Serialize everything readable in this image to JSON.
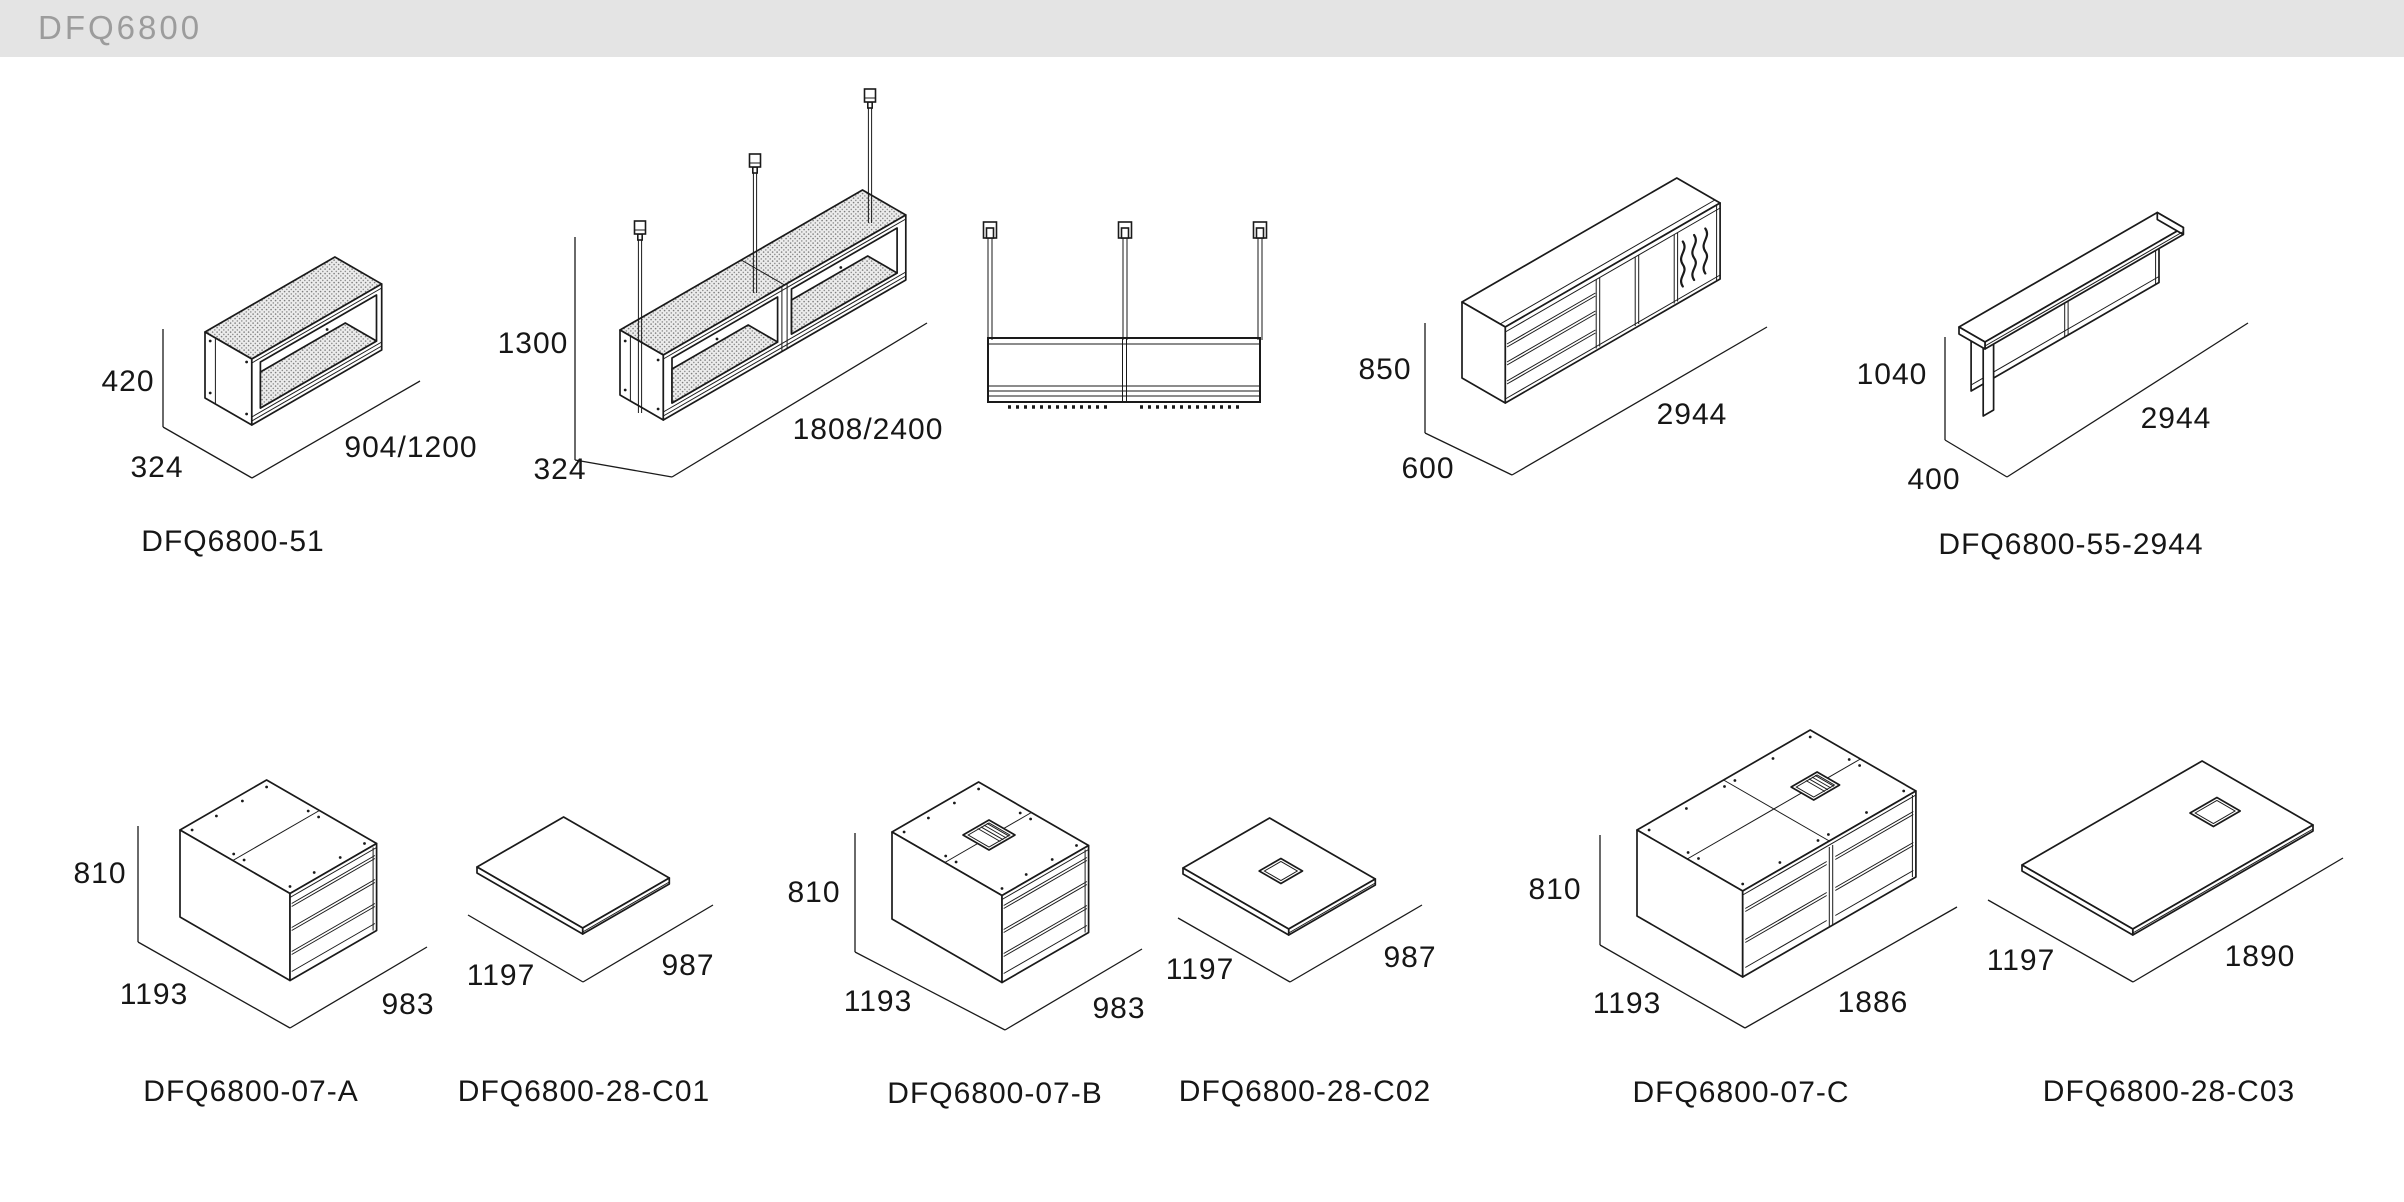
{
  "header": {
    "title": "DFQ6800"
  },
  "figures": [
    {
      "name": "wall-cabinet",
      "label": "DFQ6800-51",
      "dims": {
        "height": "420",
        "depth": "324",
        "width": "904/1200"
      }
    },
    {
      "name": "suspended-shelf-iso",
      "label": "",
      "dims": {
        "height": "1300",
        "depth": "324",
        "width": "1808/2400"
      }
    },
    {
      "name": "suspended-shelf-front",
      "label": "",
      "dims": {}
    },
    {
      "name": "counter-cabinet",
      "label": "",
      "dims": {
        "height": "850",
        "depth": "600",
        "width": "2944"
      }
    },
    {
      "name": "counter-top-riser",
      "label": "DFQ6800-55-2944",
      "dims": {
        "height": "1040",
        "depth": "400",
        "width": "2944"
      }
    },
    {
      "name": "base-unit-a",
      "label": "DFQ6800-07-A",
      "dims": {
        "height": "810",
        "depth": "1193",
        "width": "983"
      }
    },
    {
      "name": "worktop-c01",
      "label": "DFQ6800-28-C01",
      "dims": {
        "depth": "1197",
        "width": "987"
      }
    },
    {
      "name": "base-unit-b",
      "label": "DFQ6800-07-B",
      "dims": {
        "height": "810",
        "depth": "1193",
        "width": "983"
      }
    },
    {
      "name": "worktop-c02",
      "label": "DFQ6800-28-C02",
      "dims": {
        "depth": "1197",
        "width": "987"
      }
    },
    {
      "name": "base-unit-c",
      "label": "DFQ6800-07-C",
      "dims": {
        "height": "810",
        "depth": "1193",
        "width": "1886"
      }
    },
    {
      "name": "worktop-c03",
      "label": "DFQ6800-28-C03",
      "dims": {
        "depth": "1197",
        "width": "1890"
      }
    }
  ]
}
